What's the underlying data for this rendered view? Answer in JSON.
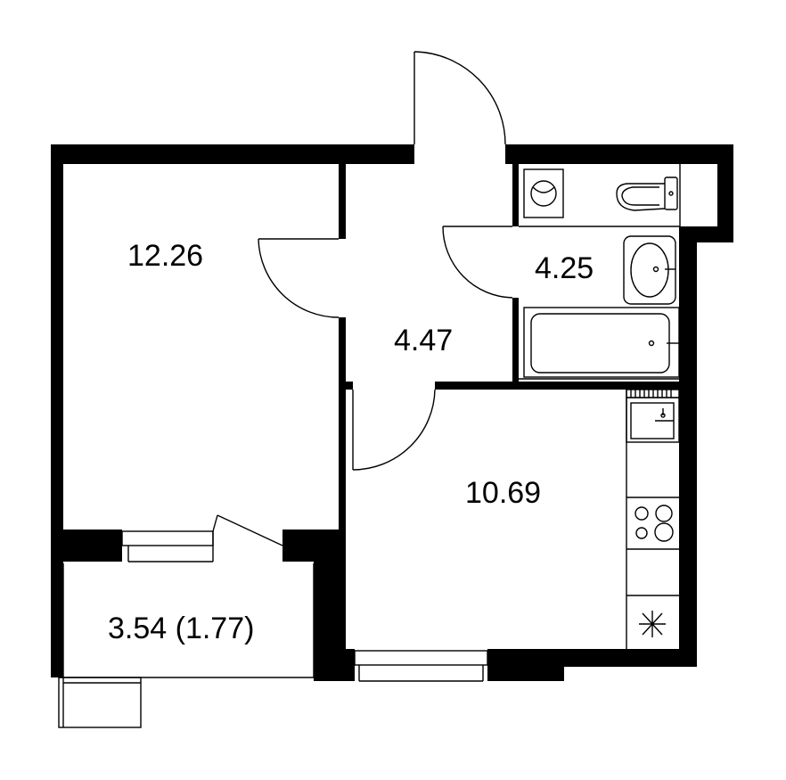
{
  "rooms": {
    "room": {
      "area": "12.26"
    },
    "hall": {
      "area": "4.47"
    },
    "bathroom": {
      "area": "4.25"
    },
    "kitchen": {
      "area": "10.69"
    },
    "balcony": {
      "area": "3.54 (1.77)"
    }
  },
  "colors": {
    "wall": "#000000",
    "background": "#ffffff"
  },
  "icons": [
    "washing-machine-icon",
    "toilet-icon",
    "sink-icon",
    "bathtub-icon",
    "kitchen-sink-icon",
    "stove-icon",
    "fridge-icon"
  ]
}
